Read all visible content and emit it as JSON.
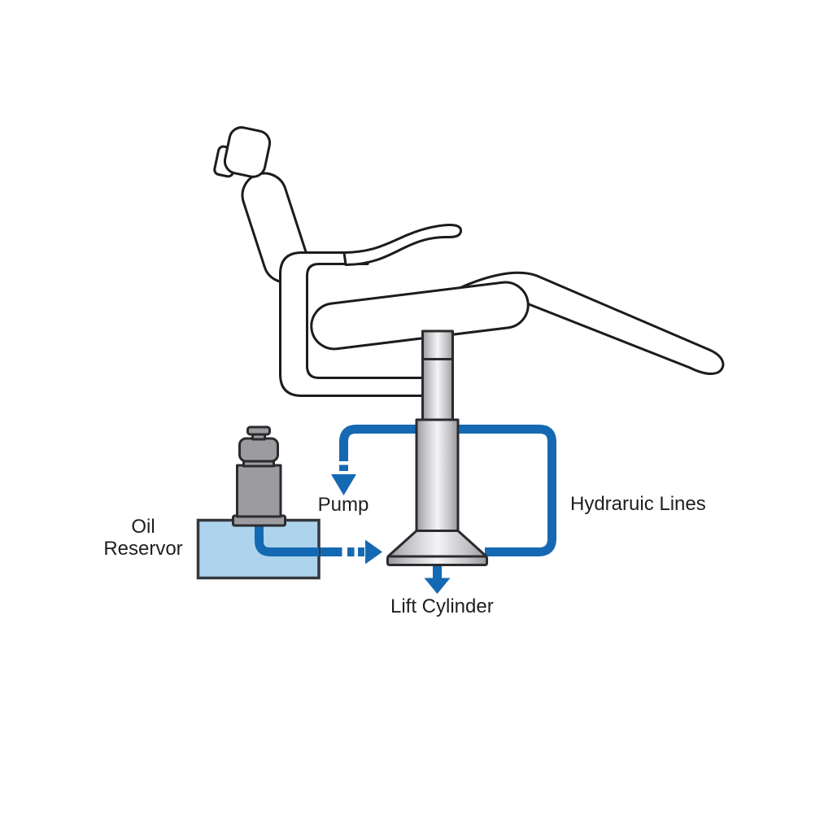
{
  "diagram": {
    "subject": "hydraulic-chair-lift-system",
    "labels": {
      "pump": "Pump",
      "hydraulic_lines": "Hydraruic Lines",
      "oil_reservoir_line1": "Oil",
      "oil_reservoir_line2": "Reservor",
      "lift_cylinder": "Lift Cylinder"
    },
    "colors": {
      "line_blue": "#1569b3",
      "reservoir_fill": "#aed3ed",
      "pump_gray": "#9c9ca0",
      "metal_edge": "#98989c",
      "metal_highlight": "#f4f4f6",
      "outline_dark": "#2b2b2e",
      "chair_line": "#1c1c1e",
      "label_text": "#1f1f23",
      "background": "#ffffff"
    },
    "arrows": [
      {
        "name": "flow-arrow-down-icon",
        "direction": "down",
        "meaning": "flow toward pump"
      },
      {
        "name": "flow-arrow-right-icon",
        "direction": "right",
        "meaning": "flow from reservoir to lift cylinder"
      },
      {
        "name": "lift-arrow-down-icon",
        "direction": "down",
        "meaning": "lift cylinder output"
      }
    ]
  }
}
